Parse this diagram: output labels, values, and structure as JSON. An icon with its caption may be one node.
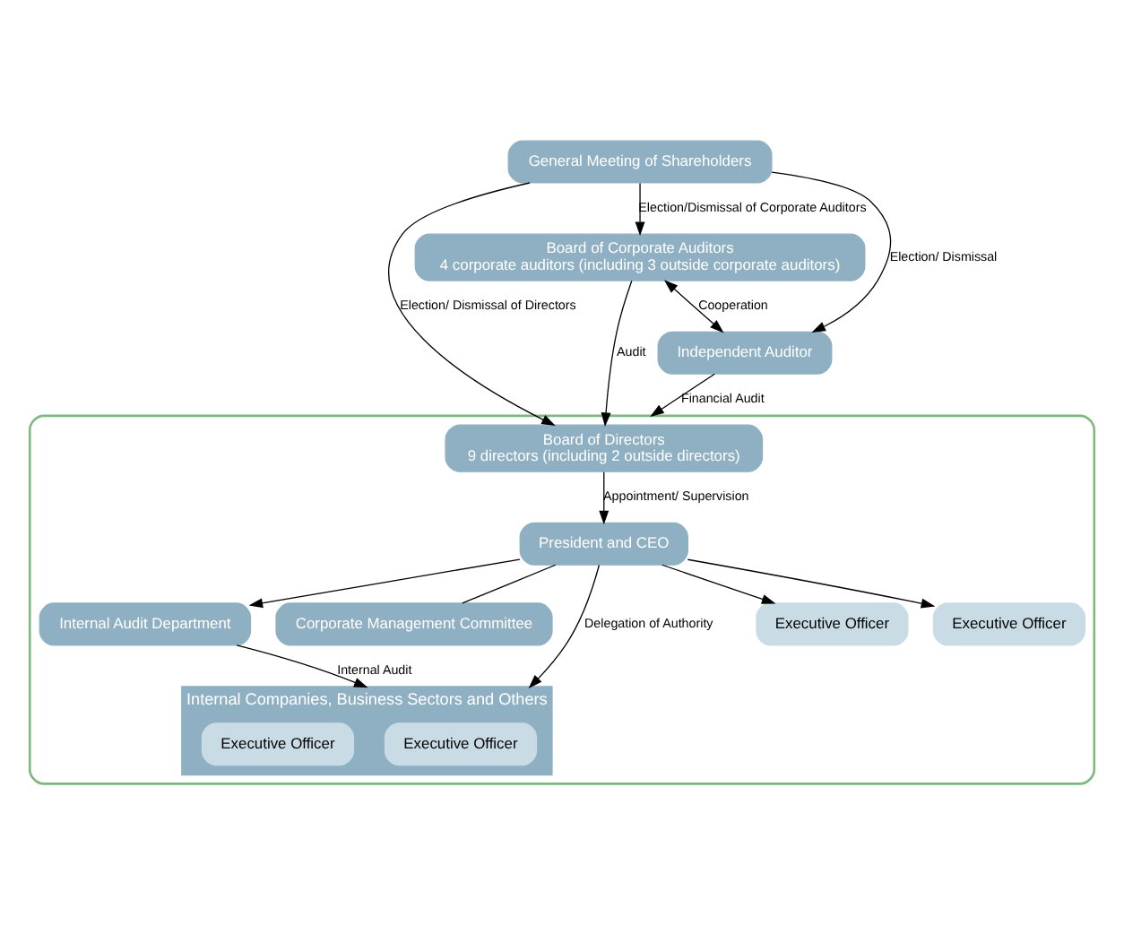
{
  "diagram": {
    "nodes": [
      {
        "text": [
          "General Meeting of Shareholders"
        ]
      },
      {
        "text": [],
        "shape": "box"
      },
      {
        "text": [
          "Board of Directors",
          "9 directors (including 2 outside directors)"
        ],
        "in": 1
      },
      {
        "text": [
          "President and CEO"
        ],
        "in": 1
      },
      {
        "text": [
          "Internal Audit Department"
        ],
        "in": 1
      },
      {
        "text": [
          "Corporate Management Committee"
        ],
        "in": 1
      },
      {
        "text": [
          "Internal Companies, Business Sectors and Others"
        ],
        "in": 1
      },
      {
        "text": [
          "Executive Officer"
        ],
        "in": 6
      },
      {
        "text": [
          "Executive Officer"
        ],
        "in": 6
      },
      {
        "text": [
          "Executive Officer"
        ],
        "in": 1
      },
      {
        "text": [
          "Executive Officer"
        ],
        "in": 1
      },
      {
        "text": [
          "Board of Corporate Auditors",
          "4 corporate auditors (including 3 outside corporate auditors)"
        ]
      },
      {
        "text": [
          "Independent Auditor"
        ]
      }
    ],
    "edges": [
      {
        "from": 0,
        "to": 2,
        "arrow": "to",
        "label": "Election/ Dismissal of Directors"
      },
      {
        "from": 0,
        "to": 11,
        "arrow": "to",
        "label": "Election/Dismissal of Corporate Auditors"
      },
      {
        "from": 0,
        "to": 12,
        "arrow": "to",
        "label": "Election/ Dismissal"
      },
      {
        "from": 11,
        "to": 2,
        "arrow": "to",
        "label": "Audit"
      },
      {
        "from": 11,
        "to": 12,
        "arrow": "both",
        "label": "Cooperation"
      },
      {
        "from": 2,
        "to": 3,
        "arrow": "to",
        "label": "Appointment/ Supervision"
      },
      {
        "from": 3,
        "to": 4,
        "arrow": "to"
      },
      {
        "from": 3,
        "to": 5,
        "arrow": "none"
      },
      {
        "from": 3,
        "to": 6,
        "arrow": "to",
        "label": "Delegation of Authority"
      },
      {
        "from": 3,
        "to": 9,
        "arrow": "to"
      },
      {
        "from": 3,
        "to": 10,
        "arrow": "to"
      },
      {
        "from": 4,
        "to": 6,
        "arrow": "to",
        "label": "Internal Audit"
      },
      {
        "from": 12,
        "to": 1,
        "arrow": "to",
        "label": "Financial Audit"
      }
    ]
  }
}
